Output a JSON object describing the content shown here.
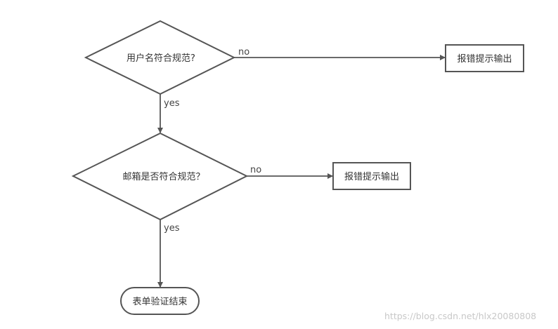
{
  "diagram": {
    "decision_username": "用户名符合规范?",
    "decision_email": "邮箱是否符合规范？",
    "error_output_1": "报错提示输出",
    "error_output_2": "报错提示输出",
    "end": "表单验证结束",
    "edge_no_1": "no",
    "edge_yes_1": "yes",
    "edge_no_2": "no",
    "edge_yes_2": "yes"
  },
  "watermark": "https://blog.csdn.net/hlx20080808",
  "colors": {
    "stroke": "#555555",
    "text": "#333333",
    "watermark": "#c8c8c8"
  }
}
